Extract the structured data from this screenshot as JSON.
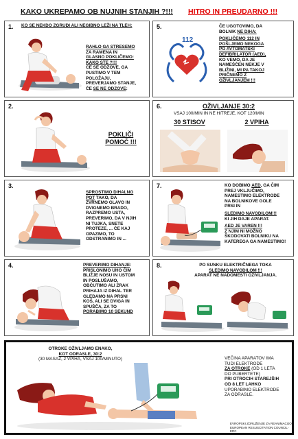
{
  "header": {
    "title": "KAKO UKREPAMO OB NUJNIH STANJIH ?!!!",
    "subtitle": "HITRO IN PREUDARNO !!!"
  },
  "panels": {
    "p1": {
      "number": "1.",
      "line1": "KO SE NEKDO ZGRUDI ALI NEGIBNO LEŽI NA TLEH:",
      "t1": "RAHLO GA STRESEMO",
      "t2": "ZA RAMENA IN",
      "t3": "GLASNO POKLIČEMO:",
      "t4": "KAKO STE ?!!!",
      "t5": "ČE SE ODZOVE, GA",
      "t6": "PUSTIMO V TEM",
      "t7": "POLOŽAJU,",
      "t8": "PREVERJAMO STANJE,",
      "t9a": "ČE",
      "t9b": "SE NE ODZOVE",
      "t9c": ":"
    },
    "p2": {
      "number": "5.",
      "l1": "ČE UGOTOVIMO, DA",
      "l2a": "BOLNIK",
      "l2b": "NE DIHA:",
      "l3": "POKLIČEMO 112 IN",
      "l4": "POŠLJEMO NEKOGA",
      "l5": "PO AVTOMATSKI",
      "l6": "DEFIBRILATOR (AED),",
      "l7": "KO VEMO, DA JE",
      "l8": "NAMEŠČEN NEKJE V",
      "l9a": "BLIŽINI,",
      "l9b": "MI PA TAKOJ",
      "l10": "PRIČNEMO Z",
      "l11": "OŽIVLJANJEM !!!",
      "phone": "112"
    },
    "p3": {
      "number": "2.",
      "call1": "POKLIČI",
      "call2": "POMOČ  !!!"
    },
    "p4": {
      "number": "6.",
      "title": "OŽIVLJANJE 30:2",
      "sub": "VSAJ 100/MIN IN NE HITREJE, KOT 120/MIN",
      "left": "30 STISOV",
      "right": "2 VPIHA"
    },
    "p5": {
      "number": "3.",
      "l1": "SPROSTIMO DIHALNO",
      "l2a": "POT",
      "l2b": " TAKO, DA",
      "l3": "ZVRNEMO GLAVO IN",
      "l4": "DVIGNEMO BRADO,",
      "l5": "RAZPREMO USTA,",
      "l6": "PREVERIMO, DA V NJIH",
      "l7": "NI TUJKA, SNETE",
      "l8": "PROTEZE, ... ČE KAJ",
      "l9": "OPAZIMO, TO",
      "l10": "ODSTRANIMO IN ..."
    },
    "p6": {
      "number": "7.",
      "l1a": "KO DOBIMO",
      "l1b": "AED",
      "l1c": ", GA ČIM",
      "l2": "PREJ VKLJUČIMO,",
      "l3": "NAMESTIMO ELEKTRODE",
      "l4": "NA BOLNIKOVE GOLE",
      "l5": "PRSI IN",
      "l6": "SLEDIMO NAVODILOM!!!",
      "l7": "KI JIH DAJE APARAT.",
      "l8": "AED JE VAREN !!!",
      "l9": "Z NJIM NI MOŽNO",
      "l10": "ŠKODOVATI BOLNIKU NA",
      "l11": "KATEREGA GA NAMESTIMO!"
    },
    "p7": {
      "number": "4.",
      "l1a": "PREVERIMO DIHANJE",
      "l1b": ":",
      "l2": "PRISLONIMO UHO ČIM",
      "l3": "BLIŽJE NOSU IN USTOM",
      "l4": "IN POSLUŠAMO,",
      "l5": "OBČUTIMO ALI ZRAK",
      "l6": "PRIHAJA IZ DIHAL TER",
      "l7": "GLEDAMO NA PRSNI",
      "l8": "KOŠ, ALI SE DVIGA IN",
      "l9": "SPUŠČA, ZA TO",
      "l10": "PORABIMO 10 SEKUND"
    },
    "p8": {
      "number": "8.",
      "l1": "PO SUNKU ELEKTRIČNEGA TOKA",
      "l2": "SLEDIMO NAVODILOM !!!",
      "l3": "APARAT NE NADOMESTI OŽIVLJANJA."
    },
    "p9": {
      "l1": "OTROKE OŽIVLJAMO ENAKO,",
      "l2": "KOT ODRASLE, 30:2",
      "l3": "(30 MASAŽ, 2 VPIHA, VSAJ 100/MINUTO)",
      "r1": "VEČINA APARATOV IMA",
      "r2": "TUDI ELEKTRODE",
      "r3": "ZA OTROKE",
      "r3b": " (OD 1 LETA",
      "r4": "DO PUBERTETE)",
      "r5": "PRI OTROCIH STAREJŠIH",
      "r6": "OD 8 LET LAHKO",
      "r7": "UPORABIMO ELEKTRODE",
      "r8": "ZA ODRASLE.",
      "credit1": "EVROPSKI ZDRUŽENJE ZA REANIMACIJO",
      "credit2": "EUROPEAN RESUSCITATION COUNCIL · ERC"
    }
  },
  "colors": {
    "red": "#d8322c",
    "shirt": "#f4f4f4",
    "skin": "#f3c6a6",
    "hair": "#8a1a16",
    "aed": "#2a9a58",
    "blue": "#2a5fb0"
  }
}
